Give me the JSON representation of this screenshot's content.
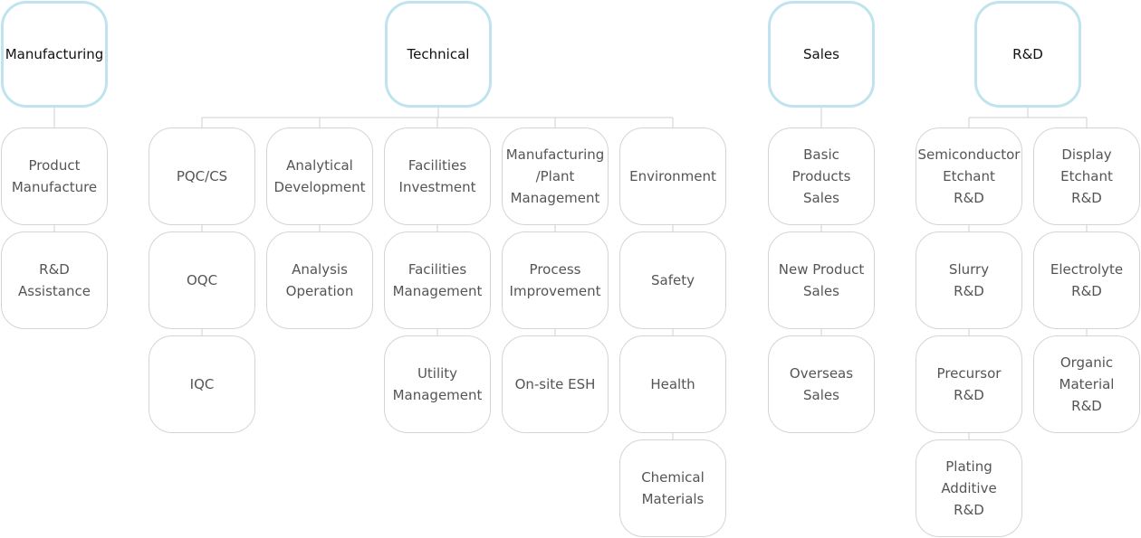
{
  "departments": [
    {
      "name": "Manufacturing",
      "columns": [
        [
          "Product\nManufacture",
          "R&D\nAssistance"
        ]
      ]
    },
    {
      "name": "Technical",
      "columns": [
        [
          "PQC/CS",
          "OQC",
          "IQC"
        ],
        [
          "Analytical\nDevelopment",
          "Analysis\nOperation"
        ],
        [
          "Facilities\nInvestment",
          "Facilities\nManagement",
          "Utility\nManagement"
        ],
        [
          "Manufacturing\n/Plant\nManagement",
          "Process\nImprovement",
          "On-site ESH"
        ],
        [
          "Environment",
          "Safety",
          "Health",
          "Chemical\nMaterials"
        ]
      ]
    },
    {
      "name": "Sales",
      "columns": [
        [
          "Basic\nProducts\nSales",
          "New Product\nSales",
          "Overseas\nSales"
        ]
      ]
    },
    {
      "name": "R&D",
      "columns": [
        [
          "Semiconductor\nEtchant\nR&D",
          "Slurry\nR&D",
          "Precursor\nR&D",
          "Plating\nAdditive\nR&D"
        ],
        [
          "Display\nEtchant\nR&D",
          "Electrolyte\nR&D",
          "Organic\nMaterial\nR&D"
        ]
      ]
    }
  ],
  "colors": {
    "head_border": "#bfe3ef",
    "child_border": "#d4d4d4",
    "connector": "#cfcfcf"
  }
}
